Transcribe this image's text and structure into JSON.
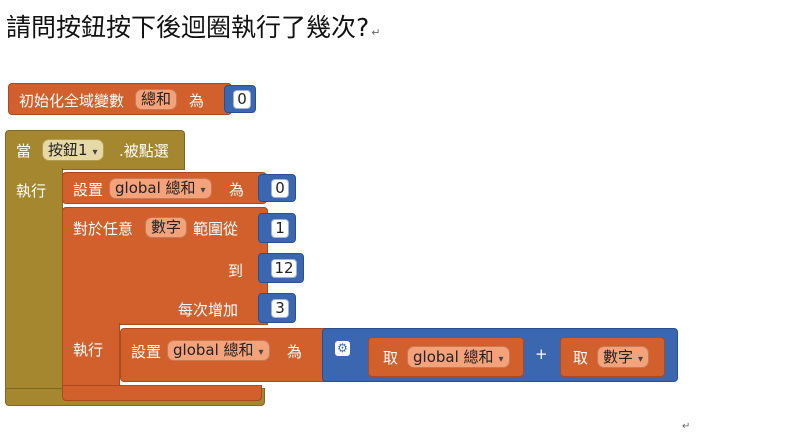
{
  "question": {
    "text": "請問按鈕按下後迴圈執行了幾次?",
    "mark": "↵"
  },
  "init_block": {
    "label": "初始化全域變數",
    "var_name": "總和",
    "to_label": "為",
    "value": "0"
  },
  "event_block": {
    "when_label": "當",
    "component": "按鈕1",
    "event": ".被點選",
    "do_label": "執行"
  },
  "set_block_1": {
    "label": "設置",
    "var_name": "global 總和",
    "to_label": "為",
    "value": "0"
  },
  "for_block": {
    "label": "對於任意",
    "var_name": "數字",
    "range_label": "範圍從",
    "from": "1",
    "to_label": "到",
    "to": "12",
    "step_label": "每次增加",
    "step": "3",
    "do_label": "執行"
  },
  "set_block_2": {
    "label": "設置",
    "var_name": "global 總和",
    "to_label": "為"
  },
  "plus_block": {
    "gear_icon": "gear-icon",
    "left_get_label": "取",
    "left_var": "global 總和",
    "operator": "+",
    "right_get_label": "取",
    "right_var": "數字"
  },
  "dropdown_icon": "▾",
  "paragraph_mark": "↵",
  "colors": {
    "variable": "#d1602c",
    "event": "#a4872e",
    "math": "#3b67b1"
  }
}
